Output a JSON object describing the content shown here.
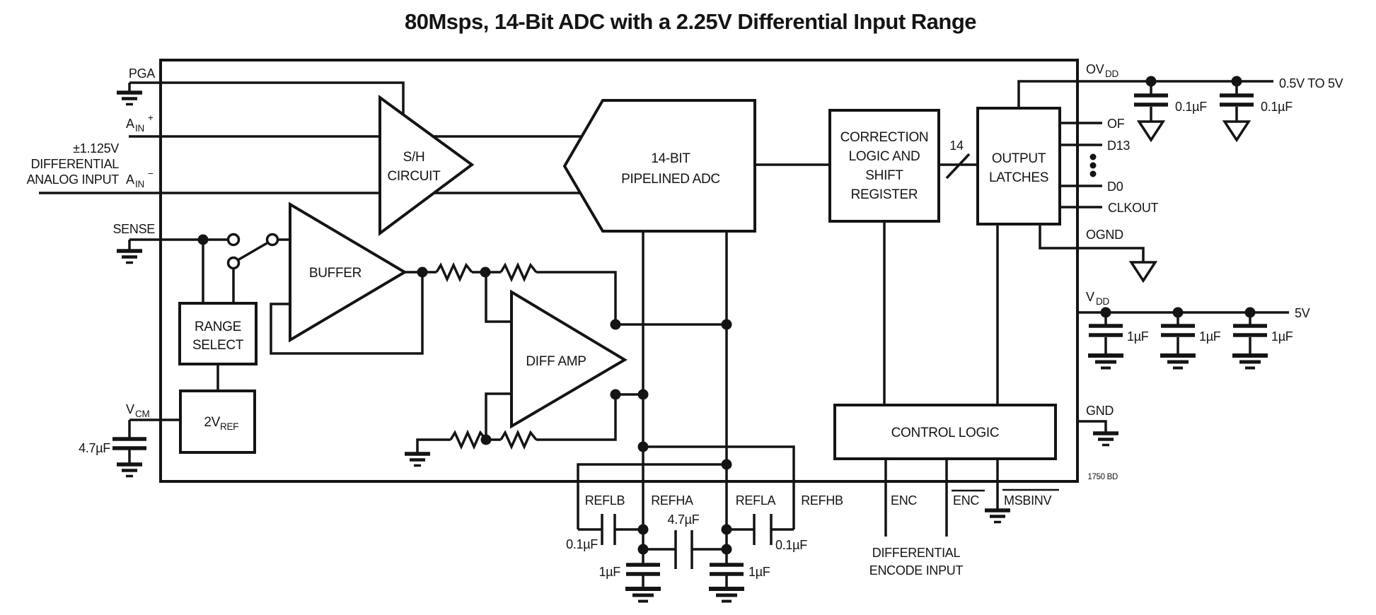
{
  "title": "80Msps, 14-Bit ADC with a 2.25V Differential Input Range",
  "left": {
    "pga": "PGA",
    "ain": {
      "main": "A",
      "sub": "IN",
      "plus": "+",
      "minus": "−"
    },
    "input_desc": [
      "±1.125V",
      "DIFFERENTIAL",
      "ANALOG INPUT"
    ],
    "sense": "SENSE",
    "vcm": {
      "main": "V",
      "sub": "CM"
    },
    "cap_vcm": "4.7µF"
  },
  "blocks": {
    "sh": [
      "S/H",
      "CIRCUIT"
    ],
    "adc": [
      "14-BIT",
      "PIPELINED ADC"
    ],
    "correction": [
      "CORRECTION",
      "LOGIC AND",
      "SHIFT",
      "REGISTER"
    ],
    "latches": [
      "OUTPUT",
      "LATCHES"
    ],
    "buffer": "BUFFER",
    "range_select": [
      "RANGE",
      "SELECT"
    ],
    "vref": {
      "main": "2V",
      "sub": "REF"
    },
    "diff_amp": "DIFF AMP",
    "control": "CONTROL LOGIC"
  },
  "bus": {
    "width": "14"
  },
  "right": {
    "ovdd": {
      "main": "OV",
      "sub": "DD"
    },
    "supply_range": "0.5V TO 5V",
    "cap_ovdd_1": "0.1µF",
    "cap_ovdd_2": "0.1µF",
    "of": "OF",
    "d13": "D13",
    "d0": "D0",
    "clkout": "CLKOUT",
    "ognd": "OGND",
    "vdd": {
      "main": "V",
      "sub": "DD"
    },
    "v5": "5V",
    "cap_vdd": [
      "1µF",
      "1µF",
      "1µF"
    ],
    "gnd": "GND",
    "part_ref": "1750 BD"
  },
  "bottom": {
    "reflb": "REFLB",
    "refha": "REFHA",
    "refla": "REFLA",
    "refhb": "REFHB",
    "cap_reflb": "0.1µF",
    "cap_ref": "4.7µF",
    "cap_refha": "1µF",
    "cap_refla": "1µF",
    "cap_refhb": "0.1µF",
    "enc": "ENC",
    "encb": "ENC",
    "msbinv": "MSBINV",
    "enc_desc": [
      "DIFFERENTIAL",
      "ENCODE INPUT"
    ]
  }
}
